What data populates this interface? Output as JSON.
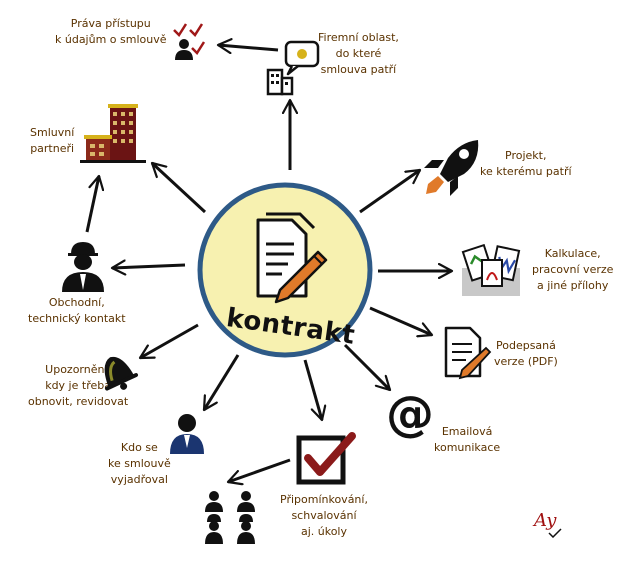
{
  "center": {
    "label": "kontrakt"
  },
  "nodes": {
    "access_rights": {
      "lines": [
        "Práva přístupu",
        "k údajům o smlouvě"
      ],
      "icon": "users-checkmarks-icon"
    },
    "company_area": {
      "lines": [
        "Firemní oblast,",
        "do které",
        "smlouva patří"
      ],
      "icon": "building-speech-bubble-icon"
    },
    "partners": {
      "lines": [
        "Smluvní",
        "partneři"
      ],
      "icon": "office-buildings-icon"
    },
    "project": {
      "lines": [
        "Projekt,",
        "ke kterému patří"
      ],
      "icon": "rocket-icon"
    },
    "calculation": {
      "lines": [
        "Kalkulace,",
        "pracovní verze",
        "a jiné přílohy"
      ],
      "icon": "document-files-icon"
    },
    "contact": {
      "lines": [
        "Obchodní,",
        "technický kontakt"
      ],
      "icon": "worker-helmet-icon"
    },
    "signed": {
      "lines": [
        "Podepsaná",
        "verze (PDF)"
      ],
      "icon": "signed-document-icon"
    },
    "notice": {
      "lines": [
        "Upozornění,",
        "kdy je třeba",
        "obnovit, revidovat"
      ],
      "icon": "bell-icon"
    },
    "email": {
      "lines": [
        "Emailová",
        "komunikace"
      ],
      "icon": "at-sign-icon"
    },
    "commenters": {
      "lines": [
        "Kdo se",
        "ke smlouvě",
        "vyjadřoval"
      ],
      "icon": "person-icon"
    },
    "approval": {
      "lines": [
        "Připomínkování,",
        "schvalování",
        "aj. úkoly"
      ],
      "icon": "checkbox-check-icon"
    }
  },
  "logo": {
    "text": "Ay"
  },
  "colors": {
    "center_fill": "#f7f1b0",
    "center_ring": "#2e5a87",
    "label_text": "#5a3200",
    "accent_red": "#8b1a1a",
    "pencil": "#e07a2a"
  }
}
